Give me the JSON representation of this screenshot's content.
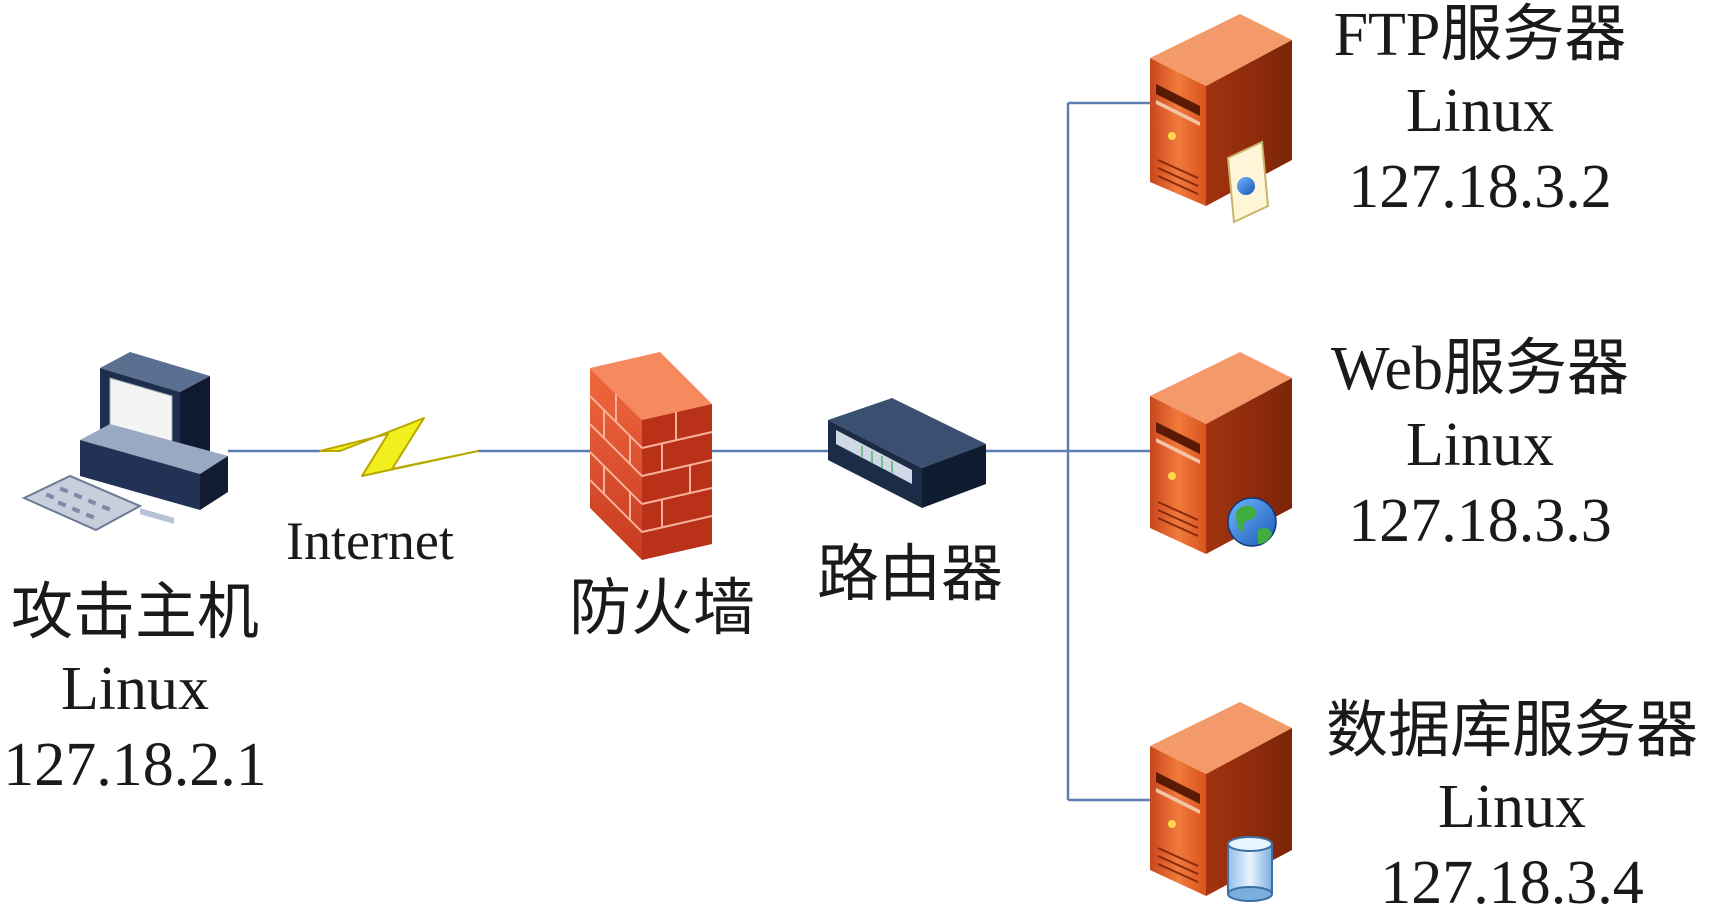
{
  "link": {
    "label": "Internet"
  },
  "nodes": {
    "attacker": {
      "name": "攻击主机",
      "os": "Linux",
      "ip": "127.18.2.1",
      "icon": "desktop-computer-icon"
    },
    "firewall": {
      "name": "防火墙",
      "icon": "firewall-brick-wall-icon"
    },
    "router": {
      "name": "路由器",
      "icon": "router-icon"
    },
    "ftp": {
      "name": "FTP服务器",
      "os": "Linux",
      "ip": "127.18.3.2",
      "icon": "ftp-server-icon"
    },
    "web": {
      "name": "Web服务器",
      "os": "Linux",
      "ip": "127.18.3.3",
      "icon": "web-server-icon"
    },
    "db": {
      "name": "数据库服务器",
      "os": "Linux",
      "ip": "127.18.3.4",
      "icon": "database-server-icon"
    }
  },
  "colors": {
    "wire": "#5b7fb0",
    "lightning": "#f2ef1e",
    "server": "#e2602b",
    "firewall": "#d9452b",
    "router": "#243b5a"
  }
}
